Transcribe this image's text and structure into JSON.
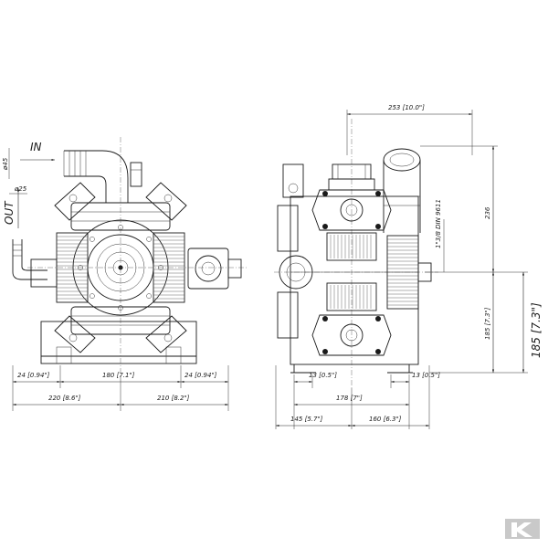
{
  "labels": {
    "inlet": "IN",
    "outlet": "OUT",
    "inlet_dia": "ø45",
    "outlet_dia": "ø25",
    "thread": "1\"3/8 DIN 9611"
  },
  "dims": {
    "top_width": "253 [10.0\"]",
    "height_236": "236",
    "height_185_small": "185 [7.3\"]",
    "height_185_large": "185 [7.3\"]",
    "left_24a": "24 [0.94\"]",
    "mid_180": "180 [7.1\"]",
    "right_24b": "24 [0.94\"]",
    "left_220": "220 [8.6\"]",
    "right_210": "210 [8.2\"]",
    "foot_13a": "13 [0.5\"]",
    "foot_13b": "13 [0.5\"]",
    "base_178": "178 [7\"]",
    "side_145": "145 [5.7\"]",
    "side_160": "160 [6.3\"]"
  },
  "logo": {
    "text": "K"
  }
}
